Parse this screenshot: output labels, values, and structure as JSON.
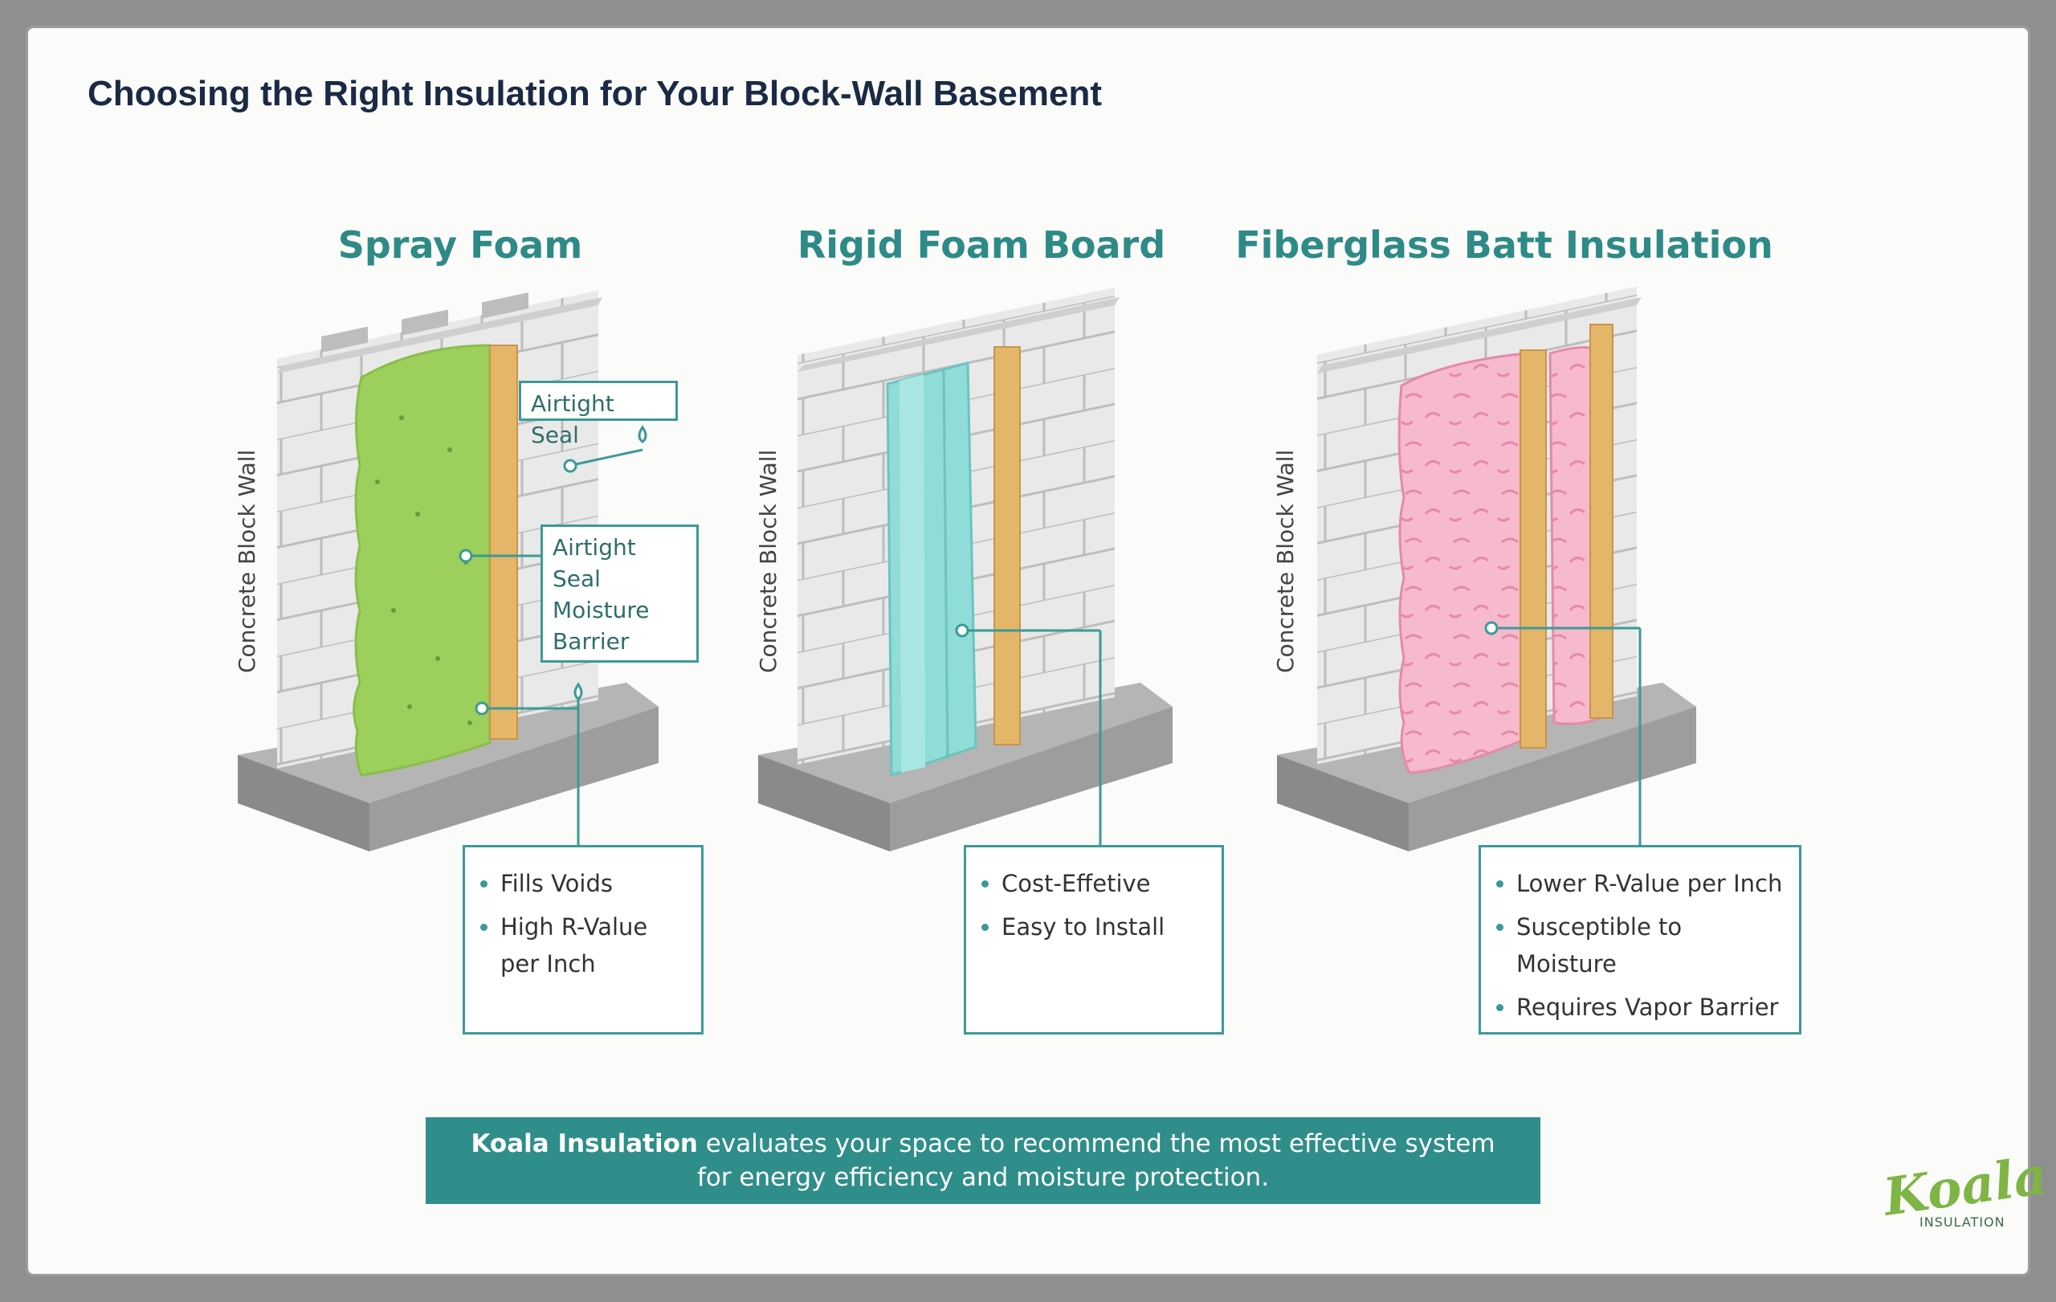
{
  "title": "Choosing the Right Insulation for Your Block-Wall Basement",
  "wall_label": "Concrete Block Wall",
  "panels": [
    {
      "title": "Spray Foam",
      "callouts": [
        "Airtight Seal",
        "Airtight Seal Moisture Barrier"
      ],
      "benefits": [
        "Fills Voids",
        "High R-Value per Inch"
      ],
      "insulation_color": "#9ccf5c"
    },
    {
      "title": "Rigid Foam Board",
      "callouts": [],
      "benefits": [
        "Cost-Effetive",
        "Easy to Install"
      ],
      "insulation_color": "#8fdcd8"
    },
    {
      "title": "Fiberglass Batt Insulation",
      "callouts": [],
      "benefits": [
        "Lower R-Value per Inch",
        "Susceptible to Moisture",
        "Requires Vapor Barrier"
      ],
      "insulation_color": "#f5b3c9"
    }
  ],
  "footer": {
    "brand": "Koala Insulation",
    "line1_rest": " evaluates your space to recommend the most effective system",
    "line2": "for energy efficiency and moisture protection."
  },
  "logo": {
    "name": "Koala",
    "sub": "INSULATION"
  },
  "colors": {
    "accent": "#2f8e89",
    "stud": "#e3b66a",
    "block": "#e6e6e6",
    "slab": "#a9a9a9"
  }
}
